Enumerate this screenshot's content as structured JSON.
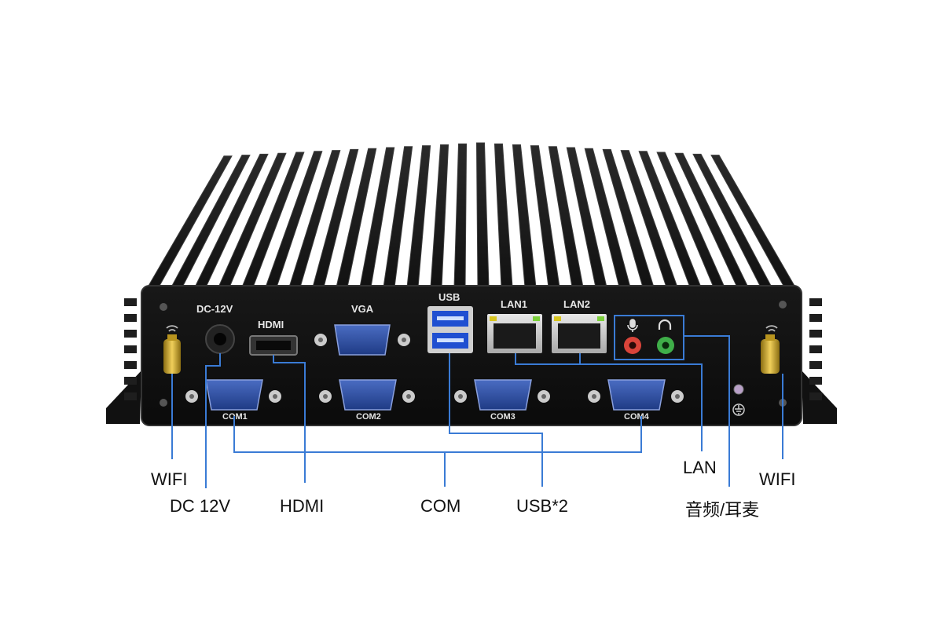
{
  "panel_labels": {
    "dc": "DC-12V",
    "hdmi": "HDMI",
    "vga": "VGA",
    "usb": "USB",
    "lan1": "LAN1",
    "lan2": "LAN2",
    "com1": "COM1",
    "com2": "COM2",
    "com3": "COM3",
    "com4": "COM4"
  },
  "callouts": {
    "wifi_left": "WIFI",
    "dc": "DC 12V",
    "hdmi": "HDMI",
    "com": "COM",
    "usb": "USB*2",
    "lan": "LAN",
    "audio": "音频/耳麦",
    "wifi_right": "WIFI"
  },
  "colors": {
    "case": "#1a1a1a",
    "panel": "#0d0d0d",
    "leader_line": "#3a7bd5",
    "port_blue": "#2b4fa3",
    "antenna_gold": "#c9a227",
    "mic_jack": "#d9443a",
    "headphone_jack": "#3fae49"
  },
  "icons": [
    "wifi-icon",
    "mic-icon",
    "headphone-icon",
    "ground-icon",
    "power-led-icon"
  ]
}
